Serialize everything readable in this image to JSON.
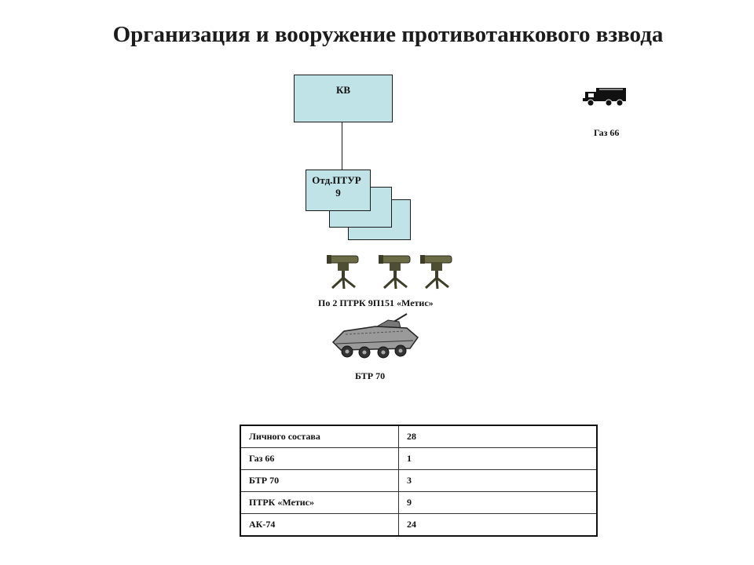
{
  "title": "Организация и вооружение противотанкового взвода",
  "org": {
    "hq_label": "КВ",
    "squad_label_line1": "Отд.ПТУР",
    "squad_label_line2": "9",
    "squad_count_shown": 3
  },
  "equipment": {
    "truck_caption": "Газ 66",
    "truck_icon": "truck-icon",
    "atgm_caption": "По 2 ПТРК 9П151 «Метис»",
    "atgm_icon": "atgm-launcher-icon",
    "atgm_icons_shown": 3,
    "apc_caption": "БТР 70",
    "apc_icon": "apc-icon"
  },
  "summary_table": {
    "rows": [
      {
        "label": "Личного состава",
        "value": "28"
      },
      {
        "label": "Газ 66",
        "value": "1"
      },
      {
        "label": "БТР 70",
        "value": "3"
      },
      {
        "label": "ПТРК «Метис»",
        "value": "9"
      },
      {
        "label": "АК-74",
        "value": "24"
      }
    ]
  },
  "colors": {
    "box_fill": "#bfe3e6",
    "border": "#1a1a1a",
    "launcher_olive": "#5a5a3a"
  }
}
